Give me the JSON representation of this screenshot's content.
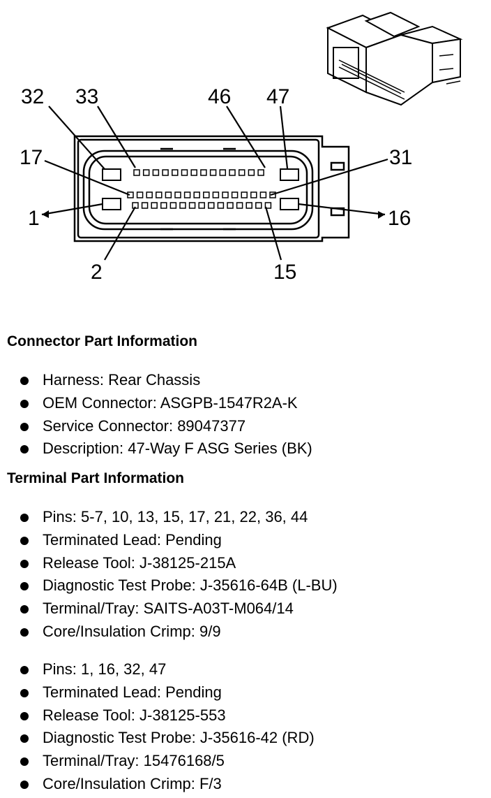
{
  "diagram": {
    "pin_labels": {
      "p32": "32",
      "p33": "33",
      "p46": "46",
      "p47": "47",
      "p17": "17",
      "p31": "31",
      "p1": "1",
      "p16": "16",
      "p2": "2",
      "p15": "15"
    }
  },
  "connector_section": {
    "title": "Connector Part Information",
    "items": [
      "Harness: Rear Chassis",
      "OEM Connector: ASGPB-1547R2A-K",
      "Service Connector: 89047377",
      "Description: 47-Way F ASG Series (BK)"
    ]
  },
  "terminal_section": {
    "title": "Terminal Part Information",
    "group1": [
      "Pins: 5-7, 10, 13, 15, 17, 21, 22, 36, 44",
      "Terminated Lead: Pending",
      "Release Tool: J-38125-215A",
      "Diagnostic Test Probe: J-35616-64B (L-BU)",
      "Terminal/Tray: SAITS-A03T-M064/14",
      "Core/Insulation Crimp: 9/9"
    ],
    "group2": [
      "Pins: 1, 16, 32, 47",
      "Terminated Lead: Pending",
      "Release Tool: J-38125-553",
      "Diagnostic Test Probe: J-35616-42 (RD)",
      "Terminal/Tray: 15476168/5",
      "Core/Insulation Crimp: F/3"
    ]
  }
}
